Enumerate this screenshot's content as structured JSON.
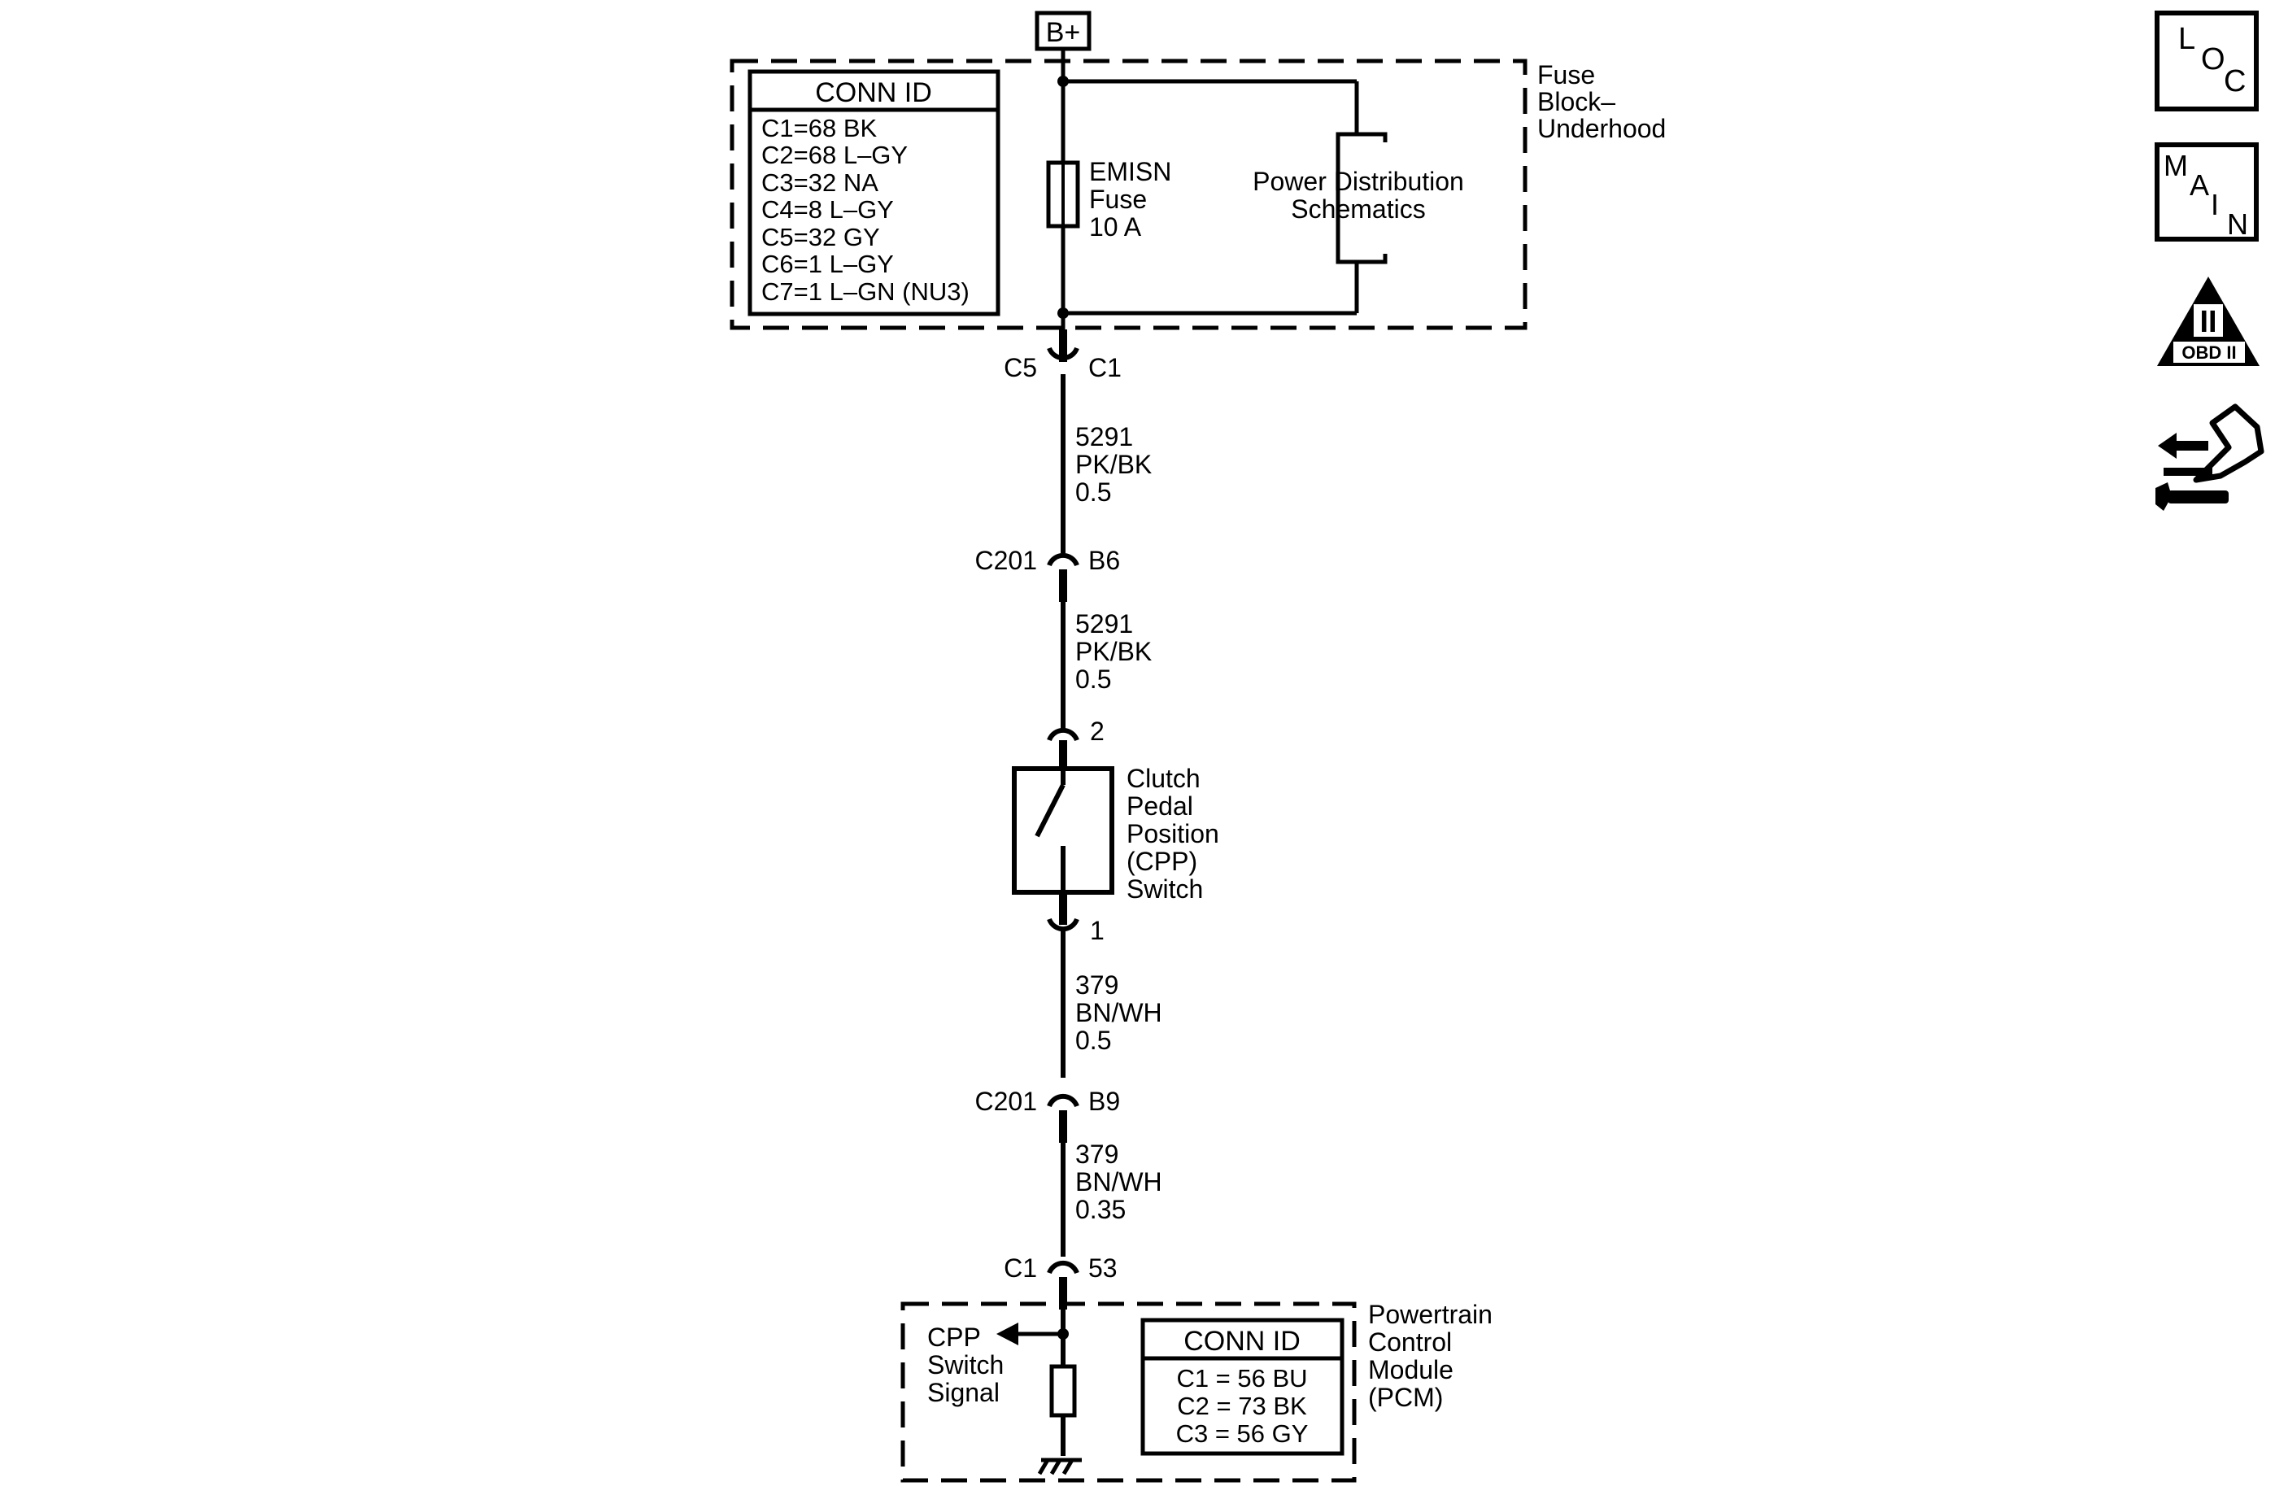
{
  "battery": "B+",
  "fuse_block": {
    "title_lines": [
      "Fuse",
      "Block–",
      "Underhood"
    ],
    "conn_id": {
      "header": "CONN ID",
      "rows": [
        "C1=68 BK",
        "C2=68 L–GY",
        "C3=32 NA",
        "C4=8 L–GY",
        "C5=32 GY",
        "C6=1 L–GY",
        "C7=1 L–GN (NU3)"
      ]
    },
    "fuse_label_lines": [
      "EMISN",
      "Fuse",
      "10 A"
    ],
    "power_dist_lines": [
      "Power Distribution",
      "Schematics"
    ]
  },
  "connectors": {
    "c5_c1": {
      "left": "C5",
      "right": "C1"
    },
    "c201_b6": {
      "left": "C201",
      "right": "B6"
    },
    "cpp_pin2": {
      "right": "2"
    },
    "cpp_pin1": {
      "right": "1"
    },
    "c201_b9": {
      "left": "C201",
      "right": "B9"
    },
    "c1_53": {
      "left": "C1",
      "right": "53"
    }
  },
  "wires": {
    "w1": [
      "5291",
      "PK/BK",
      "0.5"
    ],
    "w2": [
      "5291",
      "PK/BK",
      "0.5"
    ],
    "w3": [
      "379",
      "BN/WH",
      "0.5"
    ],
    "w4": [
      "379",
      "BN/WH",
      "0.35"
    ]
  },
  "switch_label_lines": [
    "Clutch",
    "Pedal",
    "Position",
    "(CPP)",
    "Switch"
  ],
  "pcm": {
    "title_lines": [
      "Powertrain",
      "Control",
      "Module",
      "(PCM)"
    ],
    "signal_lines": [
      "CPP",
      "Switch",
      "Signal"
    ],
    "conn_id": {
      "header": "CONN ID",
      "rows": [
        "C1 = 56 BU",
        "C2 = 73 BK",
        "C3 = 56 GY"
      ]
    }
  },
  "nav": {
    "loc": [
      "L",
      "O",
      "C"
    ],
    "main": [
      "M",
      "A",
      "I",
      "N"
    ],
    "obd": {
      "numeral": "II",
      "label": "OBD II"
    }
  }
}
